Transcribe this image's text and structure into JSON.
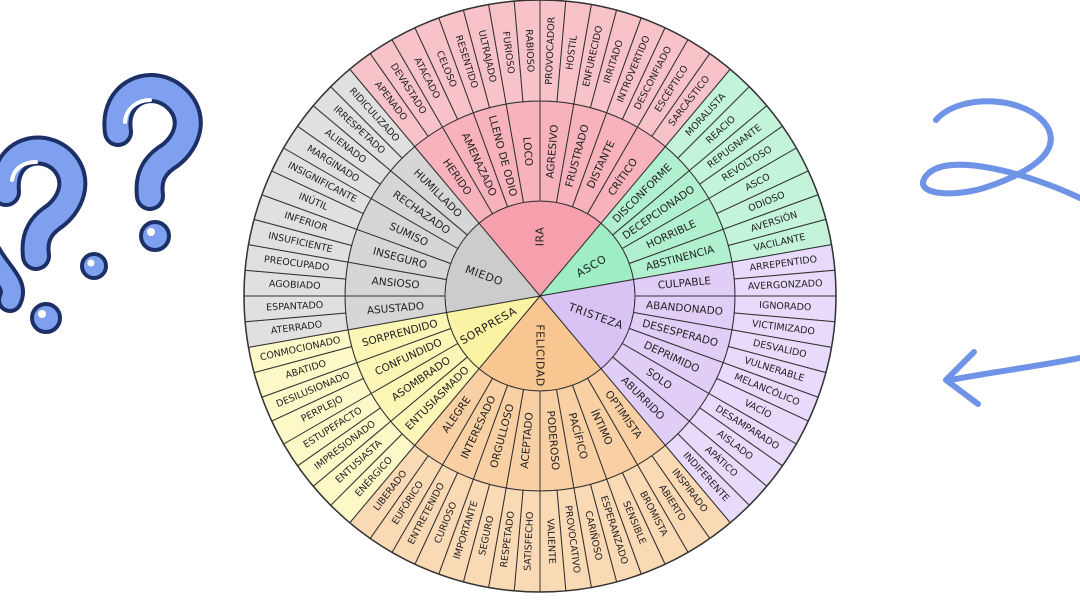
{
  "colors": {
    "stroke": "#333333",
    "question_fill": "#7ea0ef",
    "question_stroke": "#1c2f66",
    "arrow": "#6f93e6"
  },
  "decorations": {
    "left": "question-marks",
    "right": "hand-drawn-arrow"
  },
  "wheel": {
    "emotions": [
      {
        "name": "IRA",
        "colors": {
          "core": "#f6a0ad",
          "mid": "#f7b2bb",
          "outer": "#f8c2c9"
        },
        "secondary": [
          {
            "name": "HERIDO",
            "tertiary": [
              "APENADO",
              "DEVASTADO"
            ]
          },
          {
            "name": "AMENAZADO",
            "tertiary": [
              "ATACADO",
              "CELOSO"
            ]
          },
          {
            "name": "LLENO DE ODIO",
            "tertiary": [
              "RESENTIDO",
              "ULTRAJADO"
            ]
          },
          {
            "name": "LOCO",
            "tertiary": [
              "FURIOSO",
              "RABIOSO"
            ]
          },
          {
            "name": "AGRESIVO",
            "tertiary": [
              "PROVOCADOR",
              "HOSTIL"
            ]
          },
          {
            "name": "FRUSTRADO",
            "tertiary": [
              "ENFURECIDO",
              "IRRITADO"
            ]
          },
          {
            "name": "DISTANTE",
            "tertiary": [
              "INTROVERTIDO",
              "DESCONFIADO"
            ]
          },
          {
            "name": "CRÍTICO",
            "tertiary": [
              "ESCÉPTICO",
              "SARCÁSTICO"
            ]
          }
        ]
      },
      {
        "name": "ASCO",
        "colors": {
          "core": "#9eedc4",
          "mid": "#b1f0cf",
          "outer": "#c3f4da"
        },
        "secondary": [
          {
            "name": "DISCONFORME",
            "tertiary": [
              "MORALISTA",
              "REACIO"
            ]
          },
          {
            "name": "DECEPCIONADO",
            "tertiary": [
              "REPUGNANTE",
              "REVOLTOSO"
            ]
          },
          {
            "name": "HORRIBLE",
            "tertiary": [
              "ASCO",
              "ODIOSO"
            ]
          },
          {
            "name": "ABSTINENCIA",
            "tertiary": [
              "AVERSIÓN",
              "VACILANTE"
            ]
          }
        ]
      },
      {
        "name": "TRISTEZA",
        "colors": {
          "core": "#d9c3f5",
          "mid": "#e0cef7",
          "outer": "#e8dafa"
        },
        "secondary": [
          {
            "name": "CULPABLE",
            "tertiary": [
              "ARREPENTIDO",
              "AVERGONZADO"
            ]
          },
          {
            "name": "ABANDONADO",
            "tertiary": [
              "IGNORADO",
              "VICTIMIZADO"
            ]
          },
          {
            "name": "DESESPERADO",
            "tertiary": [
              "DESVALIDO",
              "VULNERABLE"
            ]
          },
          {
            "name": "DEPRIMIDO",
            "tertiary": [
              "MELANCÓLICO",
              "VACÍO"
            ]
          },
          {
            "name": "SOLO",
            "tertiary": [
              "DESAMPARADO",
              "AISLADO"
            ]
          },
          {
            "name": "ABURRIDO",
            "tertiary": [
              "APÁTICO",
              "INDIFERENTE"
            ]
          }
        ]
      },
      {
        "name": "FELICIDAD",
        "colors": {
          "core": "#f8c690",
          "mid": "#f9d0a3",
          "outer": "#fad9b5"
        },
        "secondary": [
          {
            "name": "OPTIMISTA",
            "tertiary": [
              "INSPIRADO",
              "ABIERTO"
            ]
          },
          {
            "name": "ÍNTIMO",
            "tertiary": [
              "BROMISTA",
              "SENSIBLE"
            ]
          },
          {
            "name": "PACÍFICO",
            "tertiary": [
              "ESPERANZADO",
              "CARIÑOSO"
            ]
          },
          {
            "name": "PODEROSO",
            "tertiary": [
              "PROVOCATIVO",
              "VALIENTE"
            ]
          },
          {
            "name": "ACEPTADO",
            "tertiary": [
              "SATISFECHO",
              "RESPETADO"
            ]
          },
          {
            "name": "ORGULLOSO",
            "tertiary": [
              "SEGURO",
              "IMPORTANTE"
            ]
          },
          {
            "name": "INTERESADO",
            "tertiary": [
              "CURIOSO",
              "ENTRETENIDO"
            ]
          },
          {
            "name": "ALEGRE",
            "tertiary": [
              "EUFÓRICO",
              "LIBERADO"
            ]
          }
        ]
      },
      {
        "name": "SORPRESA",
        "colors": {
          "core": "#faf3a4",
          "mid": "#fbf5b6",
          "outer": "#fcf8c8"
        },
        "secondary": [
          {
            "name": "ENTUSIASMADO",
            "tertiary": [
              "ENÉRGICO",
              "ENTUSIASTA"
            ]
          },
          {
            "name": "ASOMBRADO",
            "tertiary": [
              "IMPRESIONADO",
              "ESTUPEFACTO"
            ]
          },
          {
            "name": "CONFUNDIDO",
            "tertiary": [
              "PERPLEJO",
              "DESILUSIONADO"
            ]
          },
          {
            "name": "SORPRENDIDO",
            "tertiary": [
              "ABATIDO",
              "CONMOCIONADO"
            ]
          }
        ]
      },
      {
        "name": "MIEDO",
        "colors": {
          "core": "#cccccc",
          "mid": "#d6d6d6",
          "outer": "#e0e0e0"
        },
        "secondary": [
          {
            "name": "ASUSTADO",
            "tertiary": [
              "ATERRADO",
              "ESPANTADO"
            ]
          },
          {
            "name": "ANSIOSO",
            "tertiary": [
              "AGOBIADO",
              "PREOCUPADO"
            ]
          },
          {
            "name": "INSEGURO",
            "tertiary": [
              "INSUFICIENTE",
              "INFERIOR"
            ]
          },
          {
            "name": "SUMISO",
            "tertiary": [
              "INÚTIL",
              "INSIGNIFICANTE"
            ]
          },
          {
            "name": "RECHAZADO",
            "tertiary": [
              "MARGINADO",
              "ALIENADO"
            ]
          },
          {
            "name": "HUMILLADO",
            "tertiary": [
              "IRRESPETADO",
              "RIDICULIZADO"
            ]
          }
        ]
      }
    ]
  }
}
